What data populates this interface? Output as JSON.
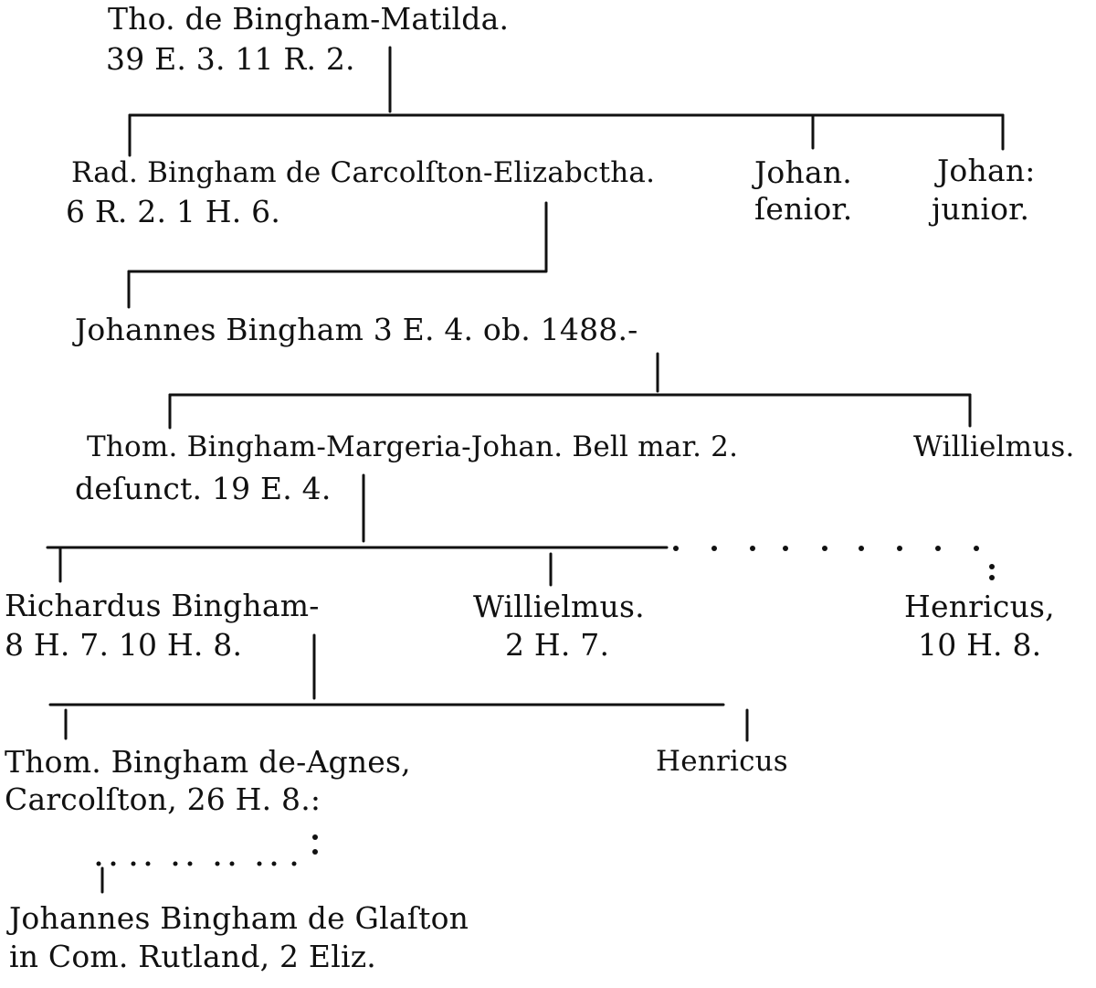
{
  "generations": [
    {
      "persons": [
        {
          "name": "Tho. de Bingham-Matilda.",
          "dates": "39 E. 3.  11 R. 2."
        }
      ]
    },
    {
      "persons": [
        {
          "name": "Rad. Bingham de Carcolſton-Elizabctha.",
          "dates": "6 R. 2. 1 H. 6."
        },
        {
          "name": "Johan.",
          "dates": "ſenior."
        },
        {
          "name": "Johan:",
          "dates": "junior."
        }
      ]
    },
    {
      "persons": [
        {
          "name": "Johannes Bingham 3 E. 4. ob. 1488.-"
        }
      ]
    },
    {
      "persons": [
        {
          "name": "Thom. Bingham-Margeria-Johan. Bell mar. 2.",
          "dates": "deſunct. 19 E. 4."
        },
        {
          "name": "Willielmus."
        }
      ]
    },
    {
      "persons": [
        {
          "name": "Richardus Bingham-",
          "dates": "8 H. 7. 10 H. 8."
        },
        {
          "name": "Willielmus.",
          "dates": "2 H. 7."
        },
        {
          "name": "Henricus,",
          "dates": "10 H. 8."
        }
      ]
    },
    {
      "persons": [
        {
          "name": "Thom. Bingham de-Agnes,",
          "dates": "Carcolſton, 26 H. 8.:"
        },
        {
          "name": "Henricus"
        }
      ]
    },
    {
      "persons": [
        {
          "name": "Johannes Bingham de Glaſton",
          "dates": "in Com. Rutland,  2 Eliz."
        }
      ]
    }
  ]
}
